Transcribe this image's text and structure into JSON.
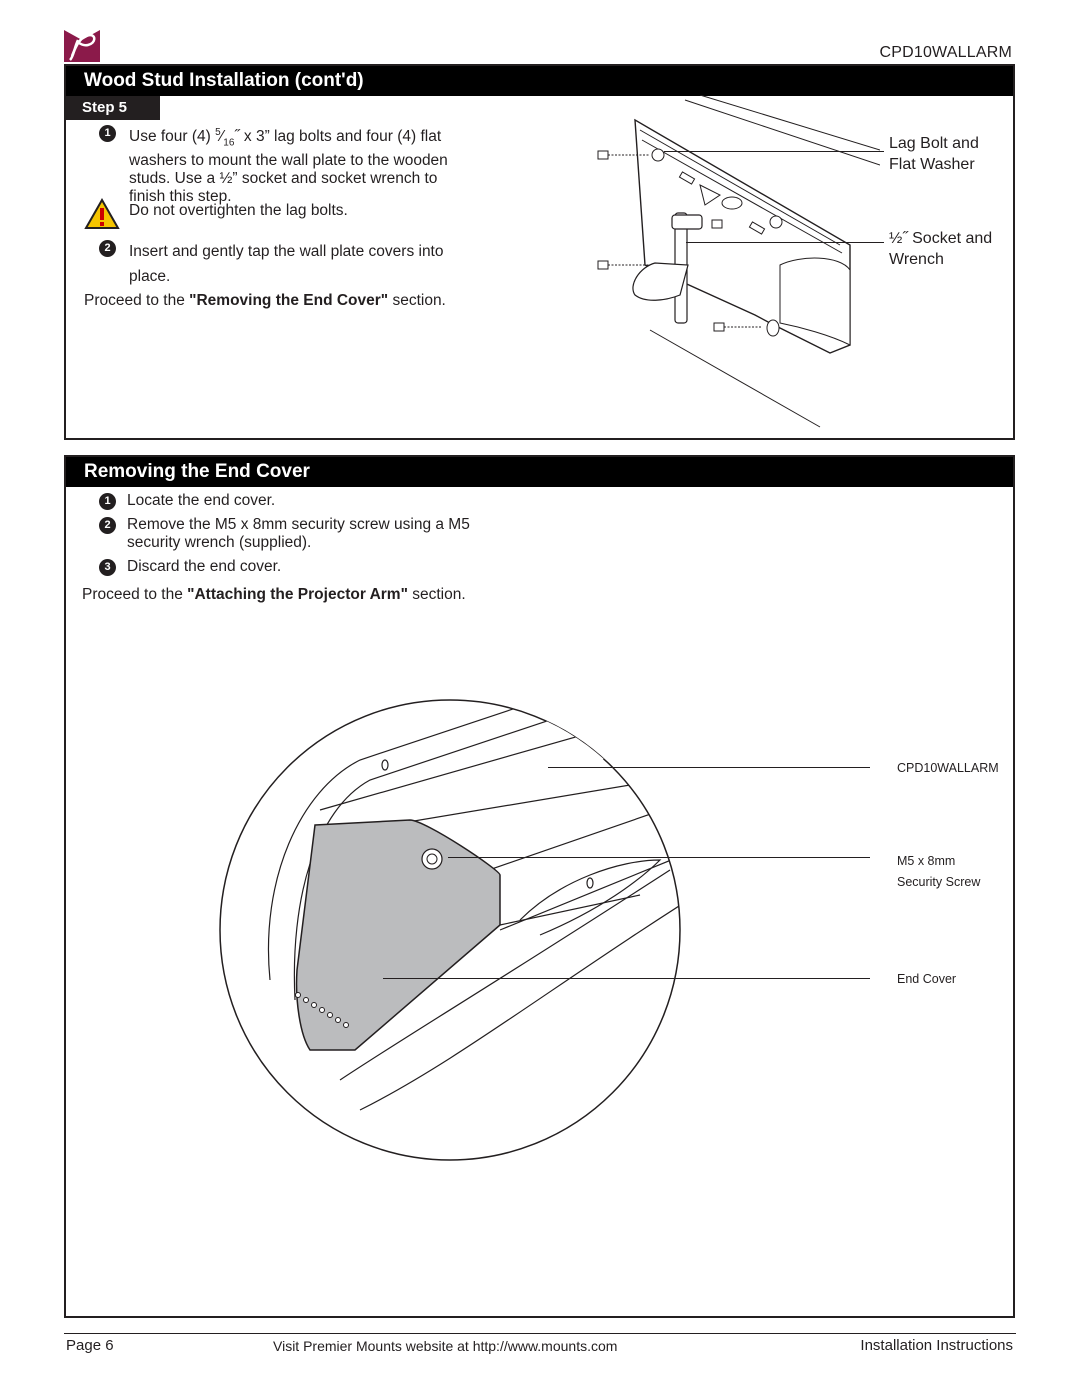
{
  "header": {
    "model": "CPD10WALLARM"
  },
  "section1": {
    "title": "Wood Stud Installation (cont'd)",
    "step_label": "Step 5",
    "item1_a": "Use four (4) ",
    "item1_frac_num": "5",
    "item1_frac_den": "16",
    "item1_b": "˝ x 3” lag bolts and four (4) flat",
    "item1_line2": "washers to mount the wall plate to the wooden",
    "item1_line3": "studs. Use a ½” socket and socket wrench to",
    "item1_line4": "finish this step.",
    "warning": "Do not overtighten the lag bolts.",
    "item2_line1": "Insert and gently tap the wall plate covers into",
    "item2_line2": "place.",
    "proceed_prefix": "Proceed to the ",
    "proceed_bold": "\"Removing the End Cover\"",
    "proceed_suffix": " section.",
    "callout1_line1": "Lag Bolt and",
    "callout1_line2": "Flat Washer",
    "callout2_line1": "½˝ Socket and",
    "callout2_line2": "Wrench"
  },
  "section2": {
    "title": "Removing the End Cover",
    "item1": "Locate the end cover.",
    "item2_line1": "Remove the M5 x 8mm security screw using a M5",
    "item2_line2": "security wrench (supplied).",
    "item3": "Discard the end cover.",
    "proceed_prefix": "Proceed to the ",
    "proceed_bold": "\"Attaching the Projector Arm\"",
    "proceed_suffix": " section.",
    "callout_model": "CPD10WALLARM",
    "callout_screw_line1": "M5 x 8mm",
    "callout_screw_line2": "Security Screw",
    "callout_cover": "End Cover"
  },
  "numbers": {
    "n1": "1",
    "n2": "2",
    "n3": "3"
  },
  "footer": {
    "page": "Page 6",
    "website": "Visit Premier Mounts website at http://www.mounts.com",
    "doc_type": "Installation Instructions"
  },
  "icons": {
    "logo": "premier-mounts-logo",
    "warning": "warning-triangle-icon"
  },
  "colors": {
    "logo": "#8b1a4a",
    "warning_fill": "#f5c400",
    "end_cover": "#bbbcbe"
  }
}
